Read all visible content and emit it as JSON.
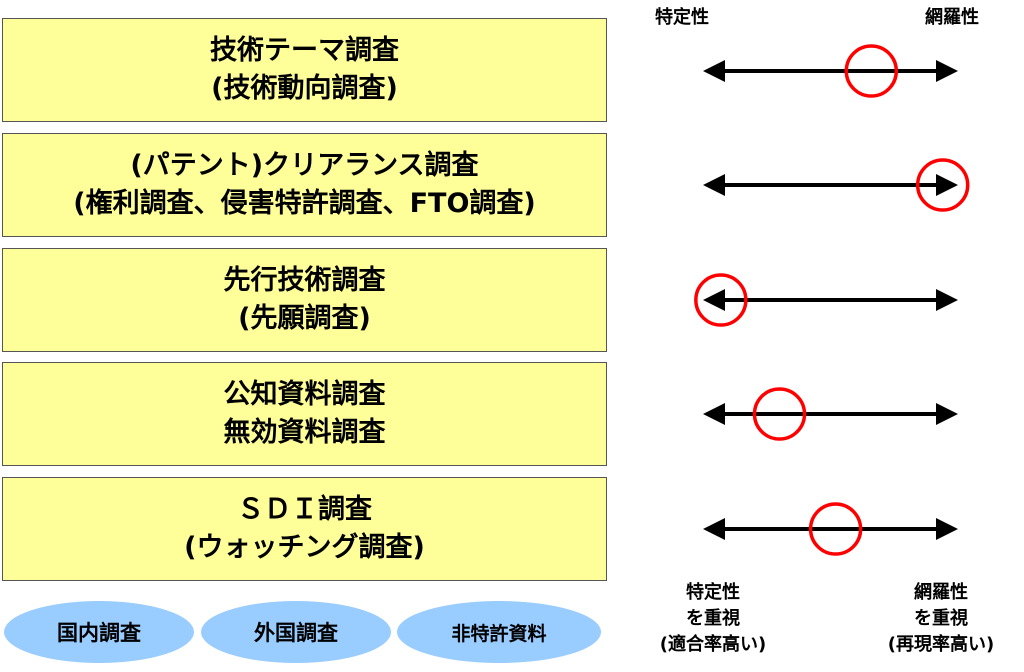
{
  "rows": [
    {
      "line1": "技術テーマ調査",
      "line2": "(技術動向調査)",
      "position": 0.66
    },
    {
      "line1": "(パテント)クリアランス調査",
      "line2": "(権利調査、侵害特許調査、FTO調査)",
      "position": 0.94
    },
    {
      "line1": "先行技術調査",
      "line2": "(先願調査)",
      "position": 0.07
    },
    {
      "line1": "公知資料調査",
      "line2": "無効資料調査",
      "position": 0.3
    },
    {
      "line1": "ＳＤＩ調査",
      "line2": "(ウォッチング調査)",
      "position": 0.52
    }
  ],
  "categories": [
    "国内調査",
    "外国調査",
    "非特許資料"
  ],
  "axis": {
    "left_top": "特定性",
    "right_top": "網羅性",
    "left_bottom": [
      "特定性",
      "を重視",
      "(適合率高い)"
    ],
    "right_bottom": [
      "網羅性",
      "を重視",
      "(再現率高い)"
    ]
  },
  "colors": {
    "box": "#ffff99",
    "ellipse": "#99ccff",
    "marker": "#ff0000"
  }
}
